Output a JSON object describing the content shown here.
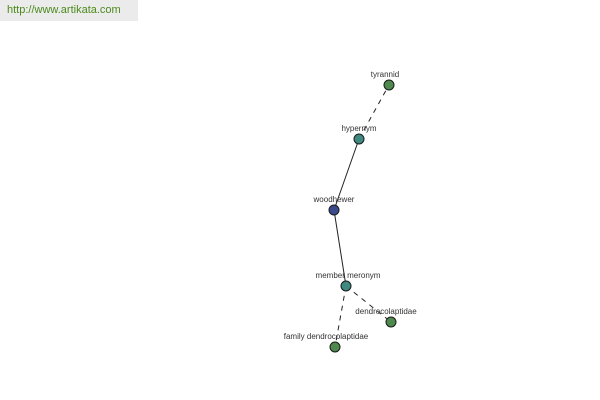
{
  "header": {
    "url": "http://www.artikata.com"
  },
  "graph": {
    "nodes": {
      "tyrannid": {
        "label": "tyrannid",
        "color": "#4e8a4e"
      },
      "hypernym": {
        "label": "hypernym",
        "color": "#3f8a80"
      },
      "woodhewer": {
        "label": "woodhewer",
        "color": "#3b4a8c"
      },
      "member_meronym": {
        "label": "member meronym",
        "color": "#3f8a80"
      },
      "dendrocolaptidae": {
        "label": "dendrocolaptidae",
        "color": "#4e8a4e"
      },
      "family_dendrocolaptidae": {
        "label": "family dendrocolaptidae",
        "color": "#4e8a4e"
      }
    },
    "edges": [
      {
        "from": "hypernym",
        "to": "tyrannid",
        "style": "dashed"
      },
      {
        "from": "woodhewer",
        "to": "hypernym",
        "style": "solid"
      },
      {
        "from": "woodhewer",
        "to": "member_meronym",
        "style": "solid"
      },
      {
        "from": "member_meronym",
        "to": "dendrocolaptidae",
        "style": "dashed"
      },
      {
        "from": "member_meronym",
        "to": "family_dendrocolaptidae",
        "style": "dashed"
      }
    ]
  }
}
